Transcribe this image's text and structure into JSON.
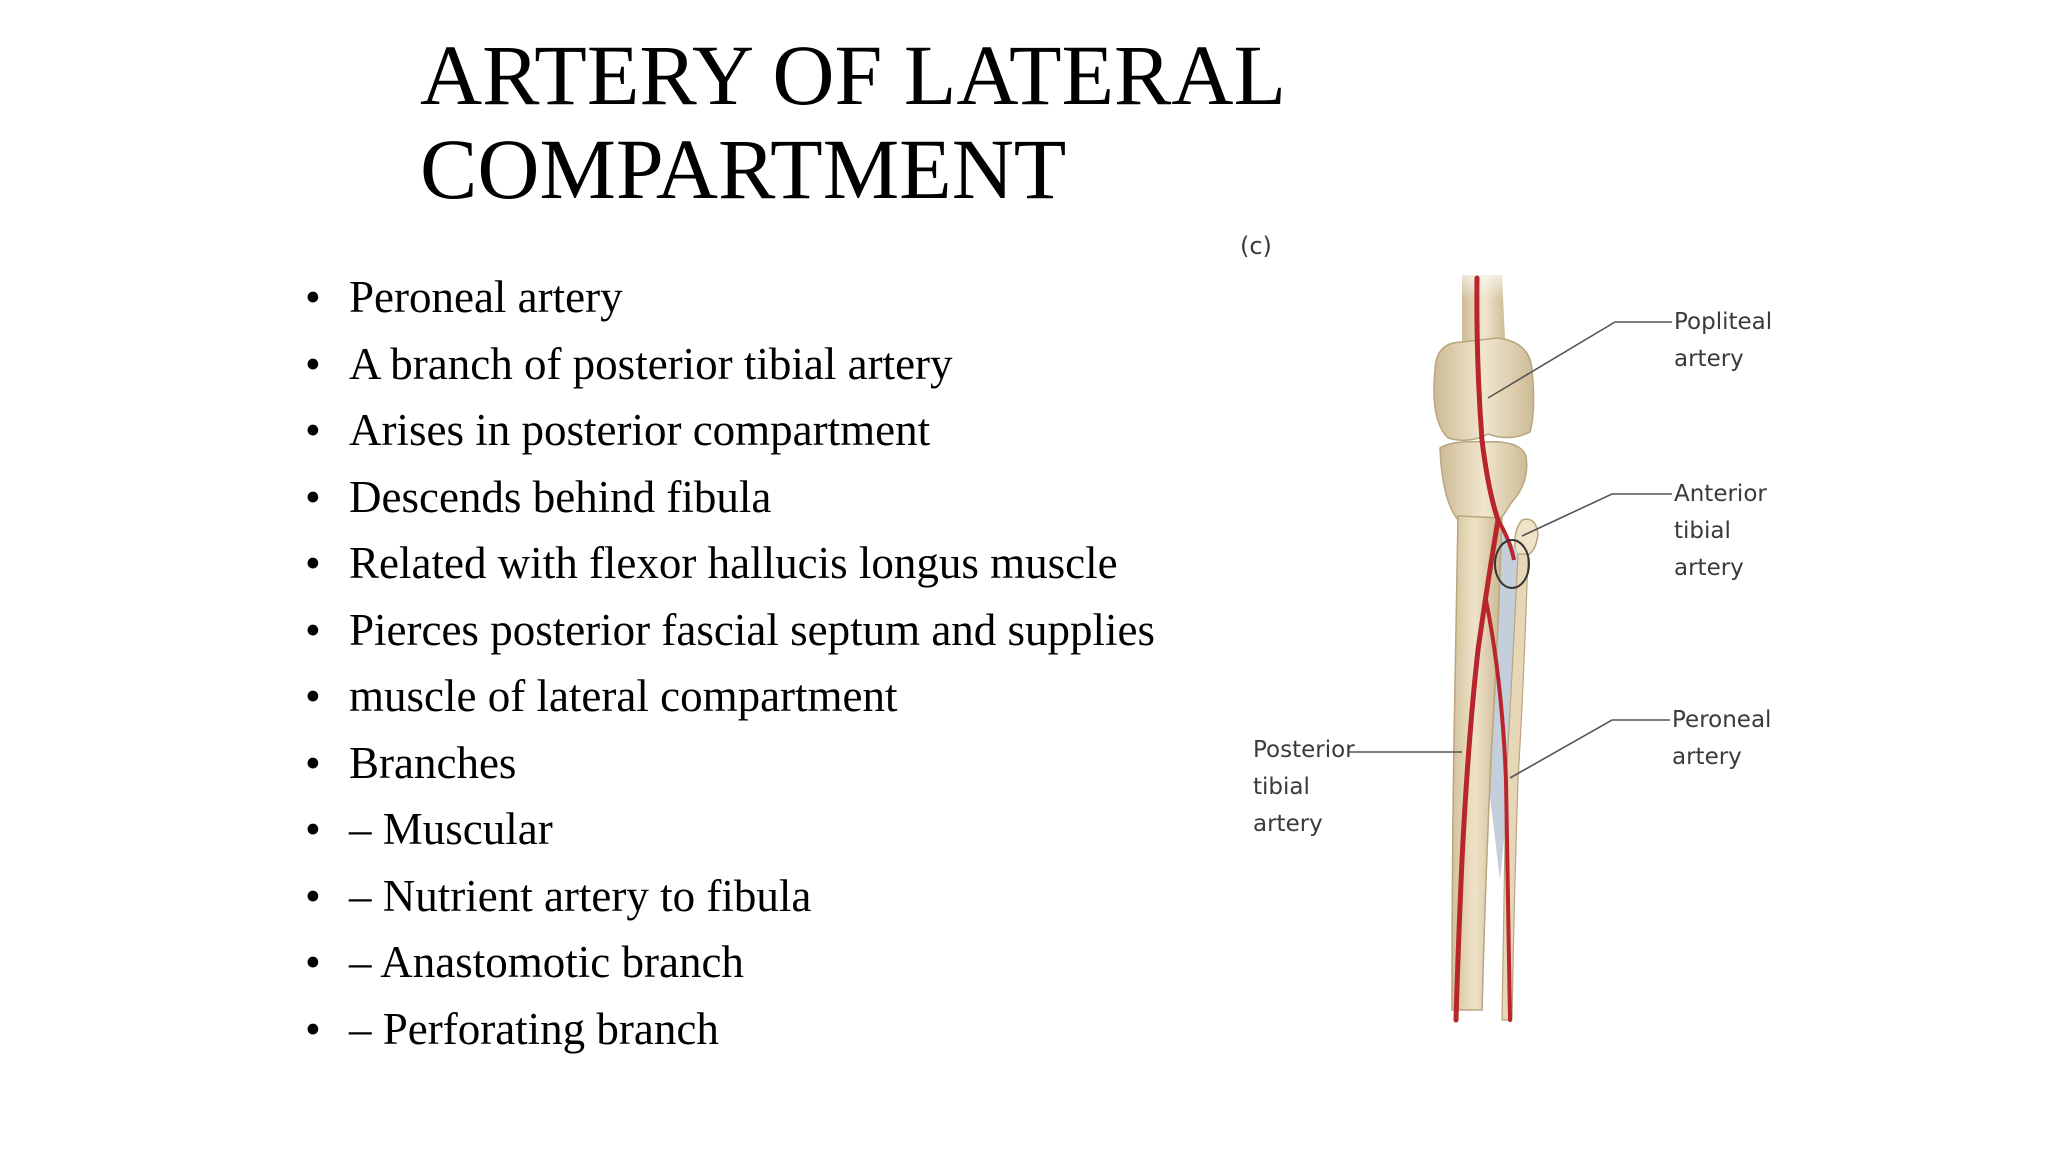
{
  "slide": {
    "title_line1": "ARTERY OF LATERAL",
    "title_line2": "COMPARTMENT",
    "bullet_char": "•",
    "bullets": [
      "Peroneal artery",
      "A branch of posterior tibial artery",
      "Arises in posterior compartment",
      "Descends behind fibula",
      "Related with flexor hallucis longus muscle",
      "Pierces posterior fascial septum and supplies",
      "muscle of lateral compartment",
      "Branches",
      "– Muscular",
      "– Nutrient artery to fibula",
      "– Anastomotic branch",
      "– Perforating branch"
    ]
  },
  "figure": {
    "panel_label": "(c)",
    "labels": {
      "popliteal": "Popliteal artery",
      "anterior_tibial": "Anterior tibial artery",
      "peroneal": "Peroneal artery",
      "posterior_tibial": "Posterior tibial artery"
    },
    "colors": {
      "bone": "#e9dcc0",
      "bone_shade": "#cdbb96",
      "artery": "#b8262c",
      "interosseous": "#c5cedb",
      "leader": "#555555"
    }
  }
}
